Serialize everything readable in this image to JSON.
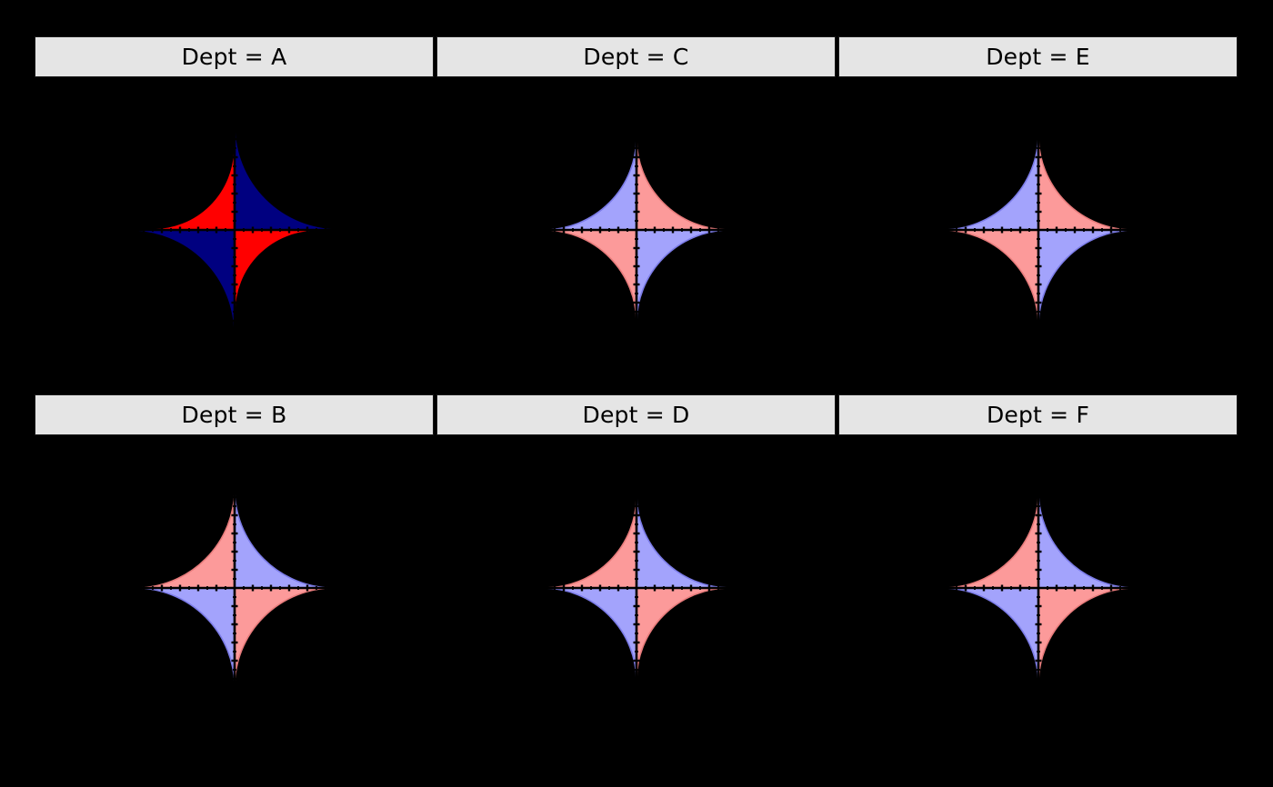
{
  "figure": {
    "background_color": "#000000",
    "strip_background_color": "#E5E5E5",
    "strip_border_color": "#1A1A1A",
    "axis_color": "#000000",
    "reference_circle_color": "#000000"
  },
  "colors": {
    "red": "#FF0000",
    "navy": "#000080",
    "pink": "#FC9A9A",
    "periwinkle": "#A3A3FC",
    "outline_red": "#FF0000",
    "outline_navy": "#000080",
    "outline_pink": "#E87C7C",
    "outline_periwinkle": "#7C7CE8"
  },
  "chart_data": {
    "type": "pie",
    "title": "",
    "xlabel": "",
    "ylabel": "",
    "grid": false,
    "legend_position": "none",
    "facet_variable": "Dept",
    "facet_layout": {
      "rows": 2,
      "cols": 3,
      "order": "column-major"
    },
    "axis": {
      "reference_radius": 100,
      "major_ticks": 5,
      "minor_ticks_between": 1,
      "tick_axes": [
        "horizontal",
        "vertical"
      ],
      "tick_color": "#000000"
    },
    "quadrant_order": [
      "Q1",
      "Q2",
      "Q3",
      "Q4"
    ],
    "quadrant_angles_deg": {
      "Q1": [
        0,
        90
      ],
      "Q2": [
        90,
        180
      ],
      "Q3": [
        180,
        270
      ],
      "Q4": [
        270,
        360
      ]
    },
    "panels": [
      {
        "facet_label": "Dept = A",
        "facet_value": "A",
        "row": 0,
        "col": 0,
        "reference_radius": 100,
        "wedges": [
          {
            "quadrant": "Q1",
            "radius": 114,
            "fill": "#000080",
            "stroke": "#000080"
          },
          {
            "quadrant": "Q2",
            "radius": 90,
            "fill": "#FF0000",
            "stroke": "#FF0000"
          },
          {
            "quadrant": "Q3",
            "radius": 114,
            "fill": "#000080",
            "stroke": "#000080"
          },
          {
            "quadrant": "Q4",
            "radius": 90,
            "fill": "#FF0000",
            "stroke": "#FF0000"
          }
        ]
      },
      {
        "facet_label": "Dept = B",
        "facet_value": "B",
        "row": 1,
        "col": 0,
        "reference_radius": 100,
        "wedges": [
          {
            "quadrant": "Q1",
            "radius": 109,
            "fill": "#A3A3FC",
            "stroke": "#7C7CE8"
          },
          {
            "quadrant": "Q2",
            "radius": 109,
            "fill": "#FC9A9A",
            "stroke": "#E87C7C"
          },
          {
            "quadrant": "Q3",
            "radius": 109,
            "fill": "#A3A3FC",
            "stroke": "#7C7CE8"
          },
          {
            "quadrant": "Q4",
            "radius": 109,
            "fill": "#FC9A9A",
            "stroke": "#E87C7C"
          }
        ]
      },
      {
        "facet_label": "Dept = C",
        "facet_value": "C",
        "row": 0,
        "col": 1,
        "reference_radius": 100,
        "wedges": [
          {
            "quadrant": "Q1",
            "radius": 101,
            "fill": "#FC9A9A",
            "stroke": "#E87C7C"
          },
          {
            "quadrant": "Q2",
            "radius": 102,
            "fill": "#A3A3FC",
            "stroke": "#7C7CE8"
          },
          {
            "quadrant": "Q3",
            "radius": 102,
            "fill": "#FC9A9A",
            "stroke": "#E87C7C"
          },
          {
            "quadrant": "Q4",
            "radius": 103,
            "fill": "#A3A3FC",
            "stroke": "#7C7CE8"
          }
        ]
      },
      {
        "facet_label": "Dept = D",
        "facet_value": "D",
        "row": 1,
        "col": 1,
        "reference_radius": 100,
        "wedges": [
          {
            "quadrant": "Q1",
            "radius": 103,
            "fill": "#A3A3FC",
            "stroke": "#7C7CE8"
          },
          {
            "quadrant": "Q2",
            "radius": 101,
            "fill": "#FC9A9A",
            "stroke": "#E87C7C"
          },
          {
            "quadrant": "Q3",
            "radius": 103,
            "fill": "#A3A3FC",
            "stroke": "#7C7CE8"
          },
          {
            "quadrant": "Q4",
            "radius": 102,
            "fill": "#FC9A9A",
            "stroke": "#E87C7C"
          }
        ]
      },
      {
        "facet_label": "Dept = E",
        "facet_value": "E",
        "row": 0,
        "col": 2,
        "reference_radius": 100,
        "wedges": [
          {
            "quadrant": "Q1",
            "radius": 104,
            "fill": "#FC9A9A",
            "stroke": "#E87C7C"
          },
          {
            "quadrant": "Q2",
            "radius": 106,
            "fill": "#A3A3FC",
            "stroke": "#7C7CE8"
          },
          {
            "quadrant": "Q3",
            "radius": 106,
            "fill": "#FC9A9A",
            "stroke": "#E87C7C"
          },
          {
            "quadrant": "Q4",
            "radius": 106,
            "fill": "#A3A3FC",
            "stroke": "#7C7CE8"
          }
        ]
      },
      {
        "facet_label": "Dept = F",
        "facet_value": "F",
        "row": 1,
        "col": 2,
        "reference_radius": 100,
        "wedges": [
          {
            "quadrant": "Q1",
            "radius": 107,
            "fill": "#A3A3FC",
            "stroke": "#7C7CE8"
          },
          {
            "quadrant": "Q2",
            "radius": 105,
            "fill": "#FC9A9A",
            "stroke": "#E87C7C"
          },
          {
            "quadrant": "Q3",
            "radius": 106,
            "fill": "#A3A3FC",
            "stroke": "#7C7CE8"
          },
          {
            "quadrant": "Q4",
            "radius": 106,
            "fill": "#FC9A9A",
            "stroke": "#E87C7C"
          }
        ]
      }
    ]
  },
  "strips": {
    "row_0": [
      {
        "label": "Dept = A"
      },
      {
        "label": "Dept = C"
      },
      {
        "label": "Dept = E"
      }
    ],
    "row_1": [
      {
        "label": "Dept = B"
      },
      {
        "label": "Dept = D"
      },
      {
        "label": "Dept = F"
      }
    ]
  }
}
